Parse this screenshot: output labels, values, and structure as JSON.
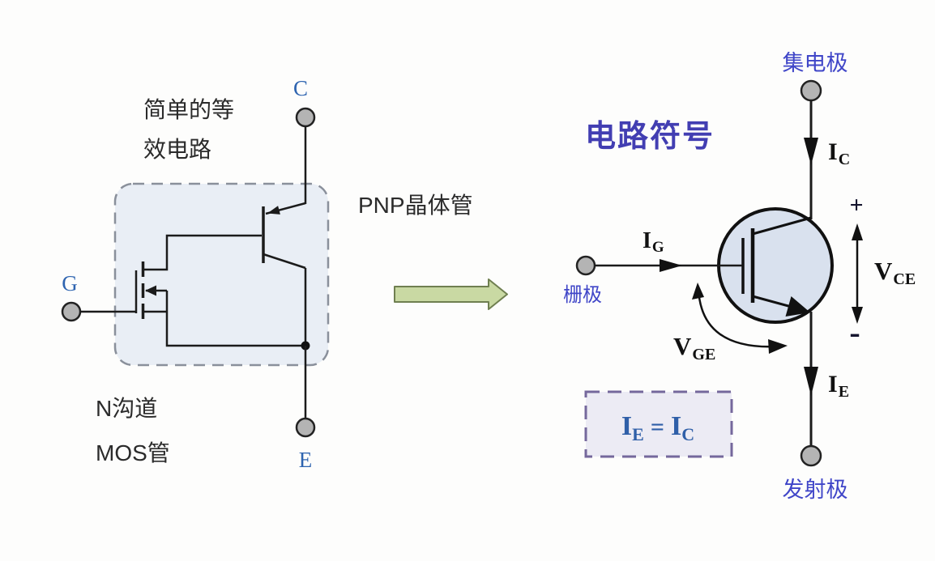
{
  "left_panel": {
    "caption_line1": "简单的等",
    "caption_line2": "效电路",
    "collector_label": "C",
    "gate_label": "G",
    "emitter_label": "E",
    "pnp_label": "PNP晶体管",
    "mos_label_line1": "N沟道",
    "mos_label_line2": "MOS管"
  },
  "right_panel": {
    "title": "电路符号",
    "collector_label": "集电极",
    "gate_label": "栅极",
    "emitter_label": "发射极",
    "ic": {
      "base": "I",
      "sub": "C"
    },
    "ig": {
      "base": "I",
      "sub": "G"
    },
    "ie": {
      "base": "I",
      "sub": "E"
    },
    "vce": {
      "base": "V",
      "sub": "CE"
    },
    "vge": {
      "base": "V",
      "sub": "GE"
    },
    "plus": "+",
    "minus": "-",
    "formula": {
      "lhs_base": "I",
      "lhs_sub": "E",
      "equals": "=",
      "rhs_base": "I",
      "rhs_sub": "C"
    }
  },
  "colors": {
    "wire": "#1b1b1b",
    "terminal_fill": "#b4b4b4",
    "black_text": "#2b2b2b",
    "blue_serif": "#2e64b0",
    "blue_cjk": "#4046c8",
    "title_indigo": "#423eb2",
    "formula_blue": "#2f5fa8",
    "box_fill": "#e9eef5",
    "box_dash": "#8a909b",
    "igbt_fill": "#d9e1ee",
    "formula_box_fill": "#ecebf4",
    "formula_box_dash": "#75689c",
    "green_arrow_fill": "#c9d9a3",
    "green_arrow_stroke": "#6f7f50"
  }
}
